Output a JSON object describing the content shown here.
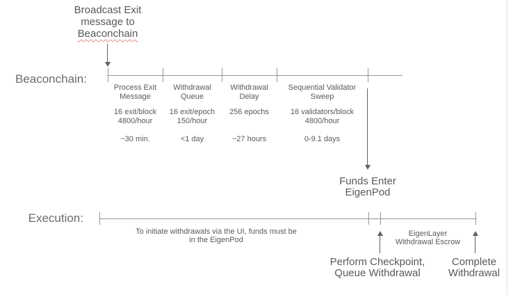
{
  "colors": {
    "text": "#595959",
    "heading": "#6b6b6b",
    "line": "#949494",
    "arrow": "#606060",
    "underline": "#e08a8a",
    "background": "#ffffff"
  },
  "broadcast_note": {
    "text": "Broadcast Exit\nmessage to",
    "underlined_word": "Beaconchain"
  },
  "beaconchain": {
    "label": "Beaconchain:",
    "segments": [
      {
        "name": "Process Exit\nMessage",
        "rate": "16 exit/block\n4800/hour",
        "duration": "~30 min."
      },
      {
        "name": "Withdrawal\nQueue",
        "rate": "16 exit/epoch\n150/hour",
        "duration": "<1 day"
      },
      {
        "name": "Withdrawal\nDelay",
        "rate": "256 epochs",
        "duration": "~27 hours"
      },
      {
        "name": "Sequential Validator\nSweep",
        "rate": "16 validators/block\n4800/hour",
        "duration": "0-9.1 days"
      }
    ]
  },
  "funds_enter": {
    "label": "Funds Enter\nEigenPod"
  },
  "execution": {
    "label": "Execution:",
    "note": "To initiate withdrawals via the UI, funds must be\nin the EigenPod",
    "escrow_label": "EigenLayer\nWithdrawal Escrow",
    "checkpoint_label": "Perform Checkpoint,\nQueue Withdrawal",
    "complete_label": "Complete\nWithdrawal"
  }
}
